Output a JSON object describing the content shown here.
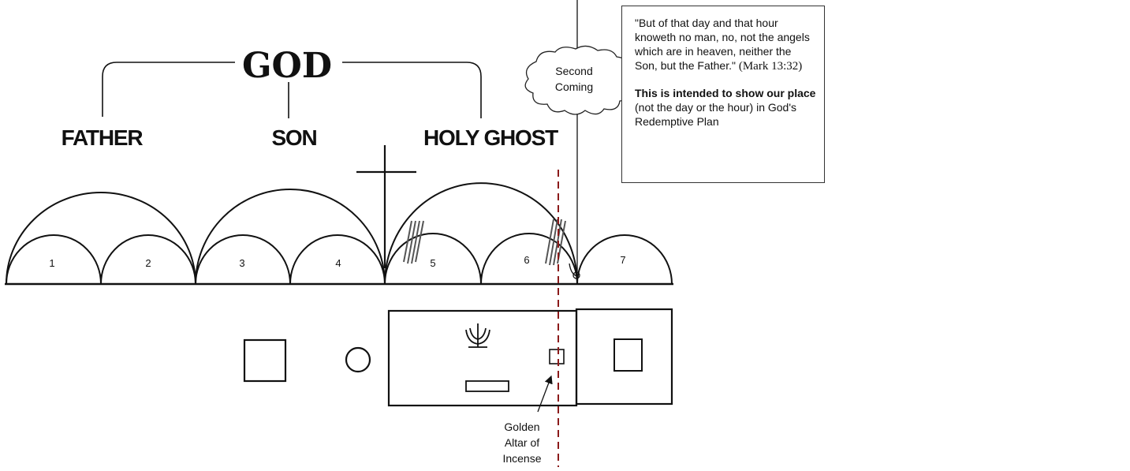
{
  "header": {
    "god": "GOD",
    "persons": [
      "FATHER",
      "SON",
      "HOLY GHOST"
    ]
  },
  "ages": [
    "1",
    "2",
    "3",
    "4",
    "5",
    "6",
    "7"
  ],
  "second_coming": {
    "line1": "Second",
    "line2": "Coming"
  },
  "callout": {
    "quote": "\"But of that day and that hour knoweth no man, no, not the angels which are in heaven, neither the Son, but the Father.\"",
    "reference": "(Mark 13:32)",
    "note_bold": "This is intended to show our place",
    "note_rest": " (not the day or the hour) in God's Redemptive Plan"
  },
  "altar_label": {
    "line1": "Golden",
    "line2": "Altar of",
    "line3": "Incense"
  },
  "colors": {
    "ink": "#111111",
    "dashed_line": "#8b1a1a"
  }
}
